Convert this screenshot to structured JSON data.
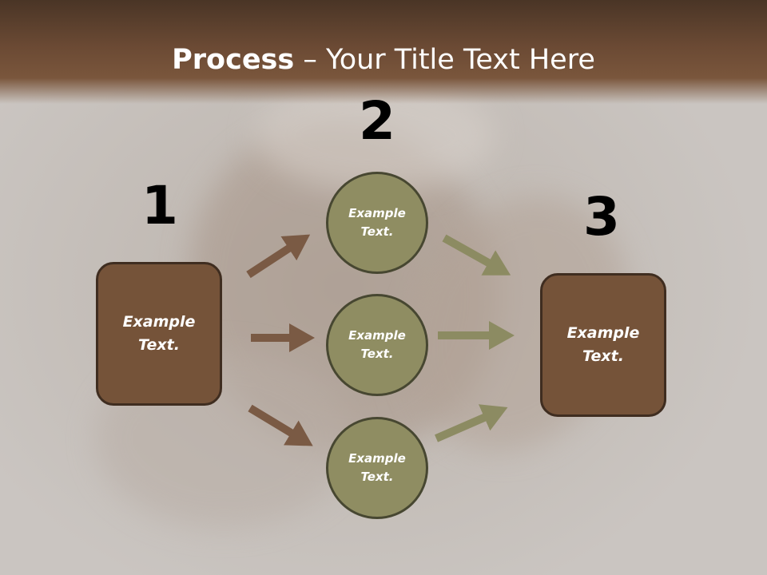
{
  "title": {
    "bold": "Process",
    "rest": " – Your Title Text Here"
  },
  "steps": {
    "one": "1",
    "two": "2",
    "three": "3"
  },
  "nodes": {
    "start": "Example Text.",
    "middle_top": "Example Text.",
    "middle_mid": "Example Text.",
    "middle_bot": "Example Text.",
    "end": "Example Text."
  },
  "colors": {
    "title_band": "#6b4a34",
    "box_fill": "#755339",
    "circle_fill": "#8f8d62",
    "arrow_brown": "#7a5a44",
    "arrow_olive": "#8c8b62"
  }
}
